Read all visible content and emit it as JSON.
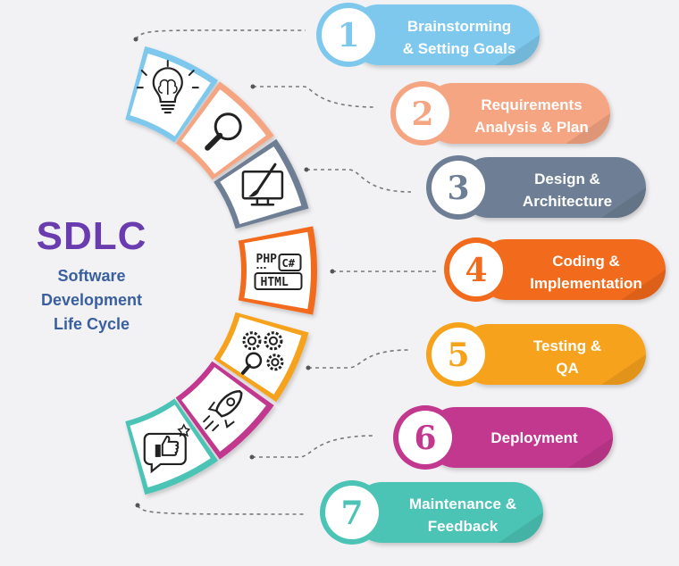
{
  "title": {
    "main": "SDLC",
    "line1": "Software",
    "line2": "Development",
    "line3": "Life Cycle",
    "color_main": "#6a3cb0",
    "color_sub": "#3a5f9e"
  },
  "stages": [
    {
      "num": "1",
      "line1": "Brainstorming",
      "line2": "& Setting Goals",
      "color": "#7ec8ee",
      "icon": "brain-bulb-icon"
    },
    {
      "num": "2",
      "line1": "Requirements",
      "line2": "Analysis & Plan",
      "color": "#f6a582",
      "icon": "magnifier-icon"
    },
    {
      "num": "3",
      "line1": "Design &",
      "line2": "Architecture",
      "color": "#6e7f95",
      "icon": "monitor-brush-icon"
    },
    {
      "num": "4",
      "line1": "Coding &",
      "line2": "Implementation",
      "color": "#f26a1b",
      "icon": "code-tags-icon"
    },
    {
      "num": "5",
      "line1": "Testing &",
      "line2": "QA",
      "color": "#f7a21b",
      "icon": "gears-search-icon"
    },
    {
      "num": "6",
      "line1": "Deployment",
      "line2": "",
      "color": "#c2388f",
      "icon": "rocket-icon"
    },
    {
      "num": "7",
      "line1": "Maintenance &",
      "line2": "Feedback",
      "color": "#4bc3b5",
      "icon": "thumbs-up-chat-icon"
    }
  ],
  "code_icon": {
    "php": "PHP",
    "csharp": "C#",
    "html": "HTML"
  }
}
